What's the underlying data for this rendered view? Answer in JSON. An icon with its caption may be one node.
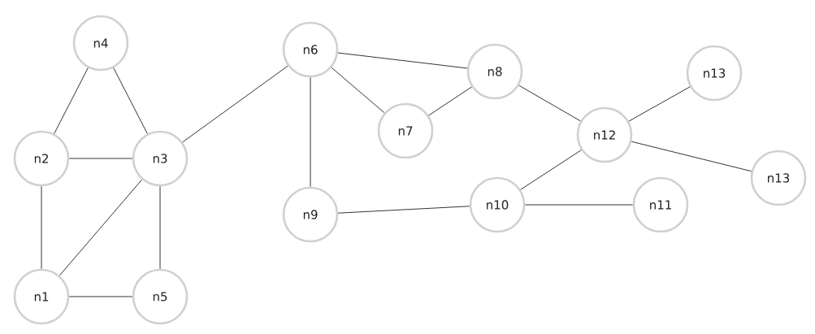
{
  "diagram": {
    "nodes": [
      {
        "text": [
          "n1"
        ]
      },
      {
        "text": [
          "n2"
        ]
      },
      {
        "text": [
          "n3"
        ]
      },
      {
        "text": [
          "n4"
        ]
      },
      {
        "text": [
          "n5"
        ]
      },
      {
        "text": [
          "n6"
        ]
      },
      {
        "text": [
          "n7"
        ]
      },
      {
        "text": [
          "n8"
        ]
      },
      {
        "text": [
          "n9"
        ]
      },
      {
        "text": [
          "n10"
        ]
      },
      {
        "text": [
          "n11"
        ]
      },
      {
        "text": [
          "n12"
        ]
      },
      {
        "text": [
          "n13"
        ]
      },
      {
        "text": [
          "n13"
        ]
      }
    ],
    "edges": [
      {
        "from": 3,
        "to": 1,
        "arrow": "none"
      },
      {
        "from": 3,
        "to": 2,
        "arrow": "none"
      },
      {
        "from": 1,
        "to": 2,
        "arrow": "none"
      },
      {
        "from": 1,
        "to": 0,
        "arrow": "none"
      },
      {
        "from": 2,
        "to": 0,
        "arrow": "none"
      },
      {
        "from": 2,
        "to": 4,
        "arrow": "none"
      },
      {
        "from": 0,
        "to": 4,
        "arrow": "none"
      },
      {
        "from": 2,
        "to": 5,
        "arrow": "none"
      },
      {
        "from": 5,
        "to": 7,
        "arrow": "none"
      },
      {
        "from": 5,
        "to": 6,
        "arrow": "none"
      },
      {
        "from": 6,
        "to": 7,
        "arrow": "none"
      },
      {
        "from": 5,
        "to": 8,
        "arrow": "none"
      },
      {
        "from": 7,
        "to": 11,
        "arrow": "none"
      },
      {
        "from": 11,
        "to": 12,
        "arrow": "none"
      },
      {
        "from": 11,
        "to": 13,
        "arrow": "none"
      },
      {
        "from": 11,
        "to": 9,
        "arrow": "none"
      },
      {
        "from": 8,
        "to": 9,
        "arrow": "none"
      },
      {
        "from": 9,
        "to": 10,
        "arrow": "none"
      }
    ]
  }
}
